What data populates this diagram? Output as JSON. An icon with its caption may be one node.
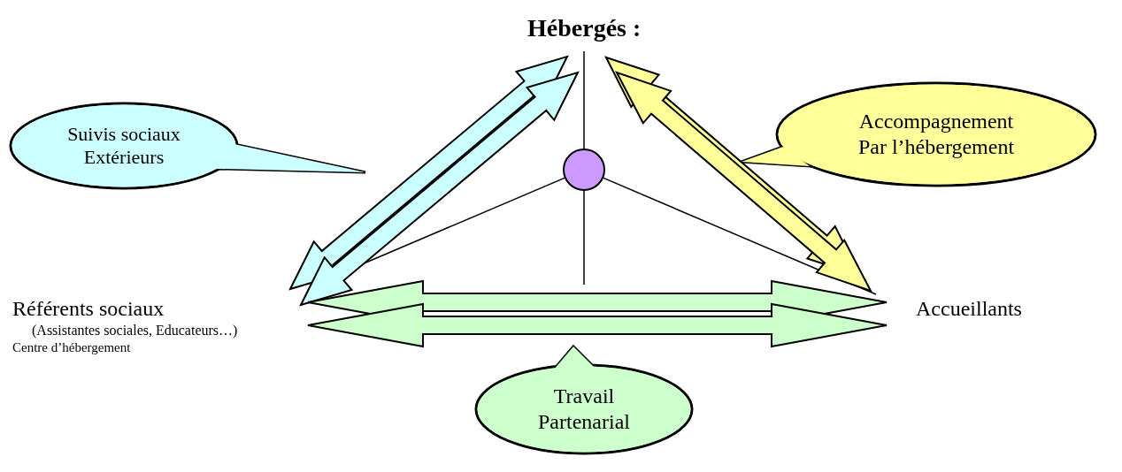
{
  "diagram": {
    "nodes": [
      {
        "text": [
          "Hébergés :"
        ]
      },
      {
        "text": [
          "Référents sociaux",
          "(Assistantes sociales, Educateurs…)",
          "Centre d’hébergement"
        ]
      },
      {
        "text": [
          "Accueillants"
        ]
      },
      {
        "text": [],
        "shape": "circle"
      },
      {
        "text": [
          "Suivis sociaux Extérieurs"
        ]
      },
      {
        "text": [
          "Accompagnement Par l’hébergement"
        ]
      },
      {
        "text": [
          "Travail Partenarial"
        ]
      }
    ],
    "edges": [
      {
        "from": 1,
        "to": 0,
        "arrow": "both",
        "style": "thick",
        "color": "#ccffff"
      },
      {
        "from": 1,
        "to": 0,
        "arrow": "both",
        "style": "thick",
        "color": "#ccffff"
      },
      {
        "from": 0,
        "to": 2,
        "arrow": "both",
        "style": "thick",
        "color": "#ffff99"
      },
      {
        "from": 0,
        "to": 2,
        "arrow": "both",
        "style": "thick",
        "color": "#ffff99"
      },
      {
        "from": 1,
        "to": 2,
        "arrow": "both",
        "style": "thick",
        "color": "#ccffcc"
      },
      {
        "from": 1,
        "to": 2,
        "arrow": "both",
        "style": "thick",
        "color": "#ccffcc"
      },
      {
        "from": 3,
        "to": 0,
        "arrow": "none"
      },
      {
        "from": 3,
        "to": 1,
        "arrow": "none"
      },
      {
        "from": 3,
        "to": 2,
        "arrow": "none"
      },
      {
        "from": 3,
        "to": null,
        "arrow": "none"
      }
    ]
  }
}
